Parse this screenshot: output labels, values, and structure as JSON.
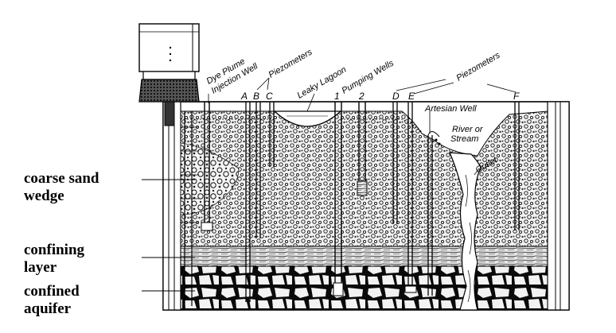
{
  "left_labels": {
    "coarse_sand_line1": "coarse sand",
    "coarse_sand_line2": "wedge",
    "confining_line1": "confining",
    "confining_line2": "layer",
    "confined_line1": "confined",
    "confined_line2": "aquifer"
  },
  "top_labels": {
    "dye_plume_line1": "Dye Plume",
    "dye_plume_line2": "Injection Well",
    "piezometers_left": "Piezometers",
    "leaky_lagoon": "Leaky Lagoon",
    "pumping_wells": "Pumping Wells",
    "piezometers_right": "Piezometers",
    "artesian_well": "Artesian Well",
    "river_line1": "River or",
    "river_line2": "Stream",
    "outlet": "Outlet"
  },
  "letters": {
    "a": "A",
    "b": "B",
    "c": "C",
    "one": "1",
    "two": "2",
    "d": "D",
    "e": "E",
    "f": "F"
  }
}
